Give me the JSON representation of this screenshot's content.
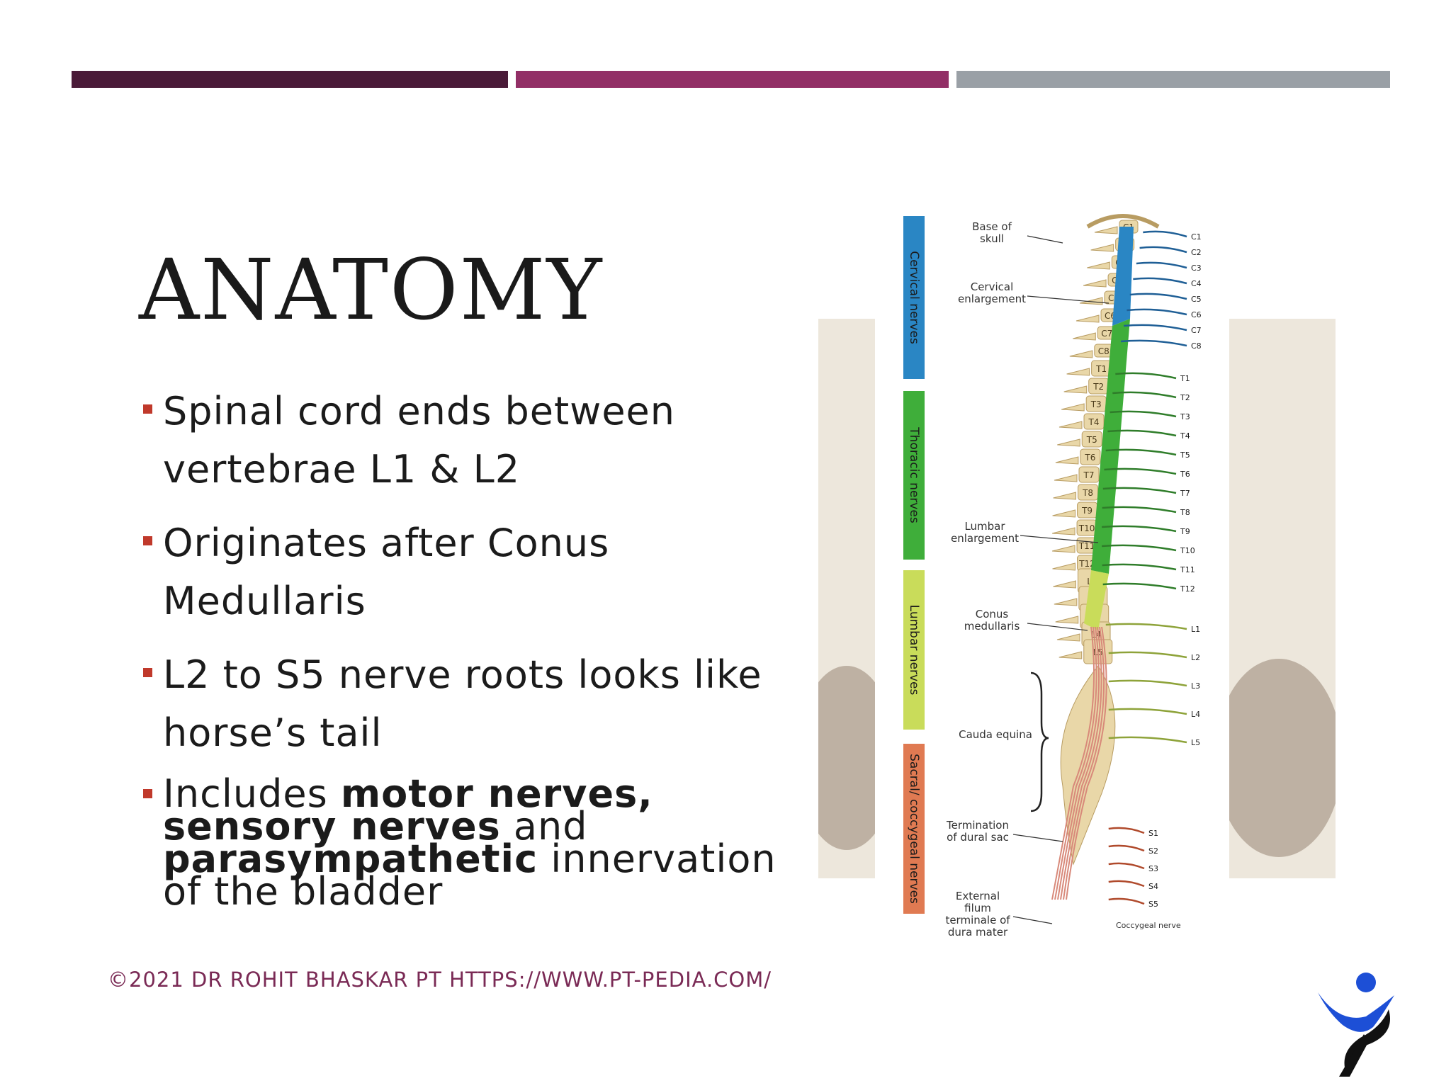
{
  "slide": {
    "title": "ANATOMY",
    "bullets": [
      {
        "text": "Spinal cord ends between vertebrae L1 & L2"
      },
      {
        "text": "Originates after Conus Medullaris"
      },
      {
        "text": "L2 to S5 nerve roots looks like horse’s tail"
      },
      {
        "pre": "Includes ",
        "bold1": "motor nerves, sensory nerves",
        "mid": " and ",
        "bold2": "parasympathetic",
        "post": " innervation of the bladder"
      }
    ],
    "footer": "©2021 DR ROHIT BHASKAR PT HTTPS://WWW.PT-PEDIA.COM/"
  },
  "figure": {
    "regions": [
      "Cervical nerves",
      "Thoracic nerves",
      "Lumbar nerves",
      "Sacral/ coccygeal nerves"
    ],
    "annotations": [
      "Base of skull",
      "Cervical enlargement",
      "Lumbar enlargement",
      "Conus medullaris",
      "Cauda equina",
      "Termination of dural sac",
      "External filum terminale of dura mater",
      "Coccygeal nerve"
    ],
    "cervical": [
      "C1",
      "C2",
      "C3",
      "C4",
      "C5",
      "C6",
      "C7",
      "C8"
    ],
    "thoracic": [
      "T1",
      "T2",
      "T3",
      "T4",
      "T5",
      "T6",
      "T7",
      "T8",
      "T9",
      "T10",
      "T11",
      "T12"
    ],
    "lumbar": [
      "L1",
      "L2",
      "L3",
      "L4",
      "L5"
    ],
    "sacral": [
      "S1",
      "S2",
      "S3",
      "S4",
      "S5"
    ],
    "colors": {
      "cervical": "#2a86c4",
      "thoracic": "#3fae3a",
      "lumbar": "#c9dc5a",
      "sacral": "#e07a52",
      "bone": "#e9d7a8"
    }
  }
}
